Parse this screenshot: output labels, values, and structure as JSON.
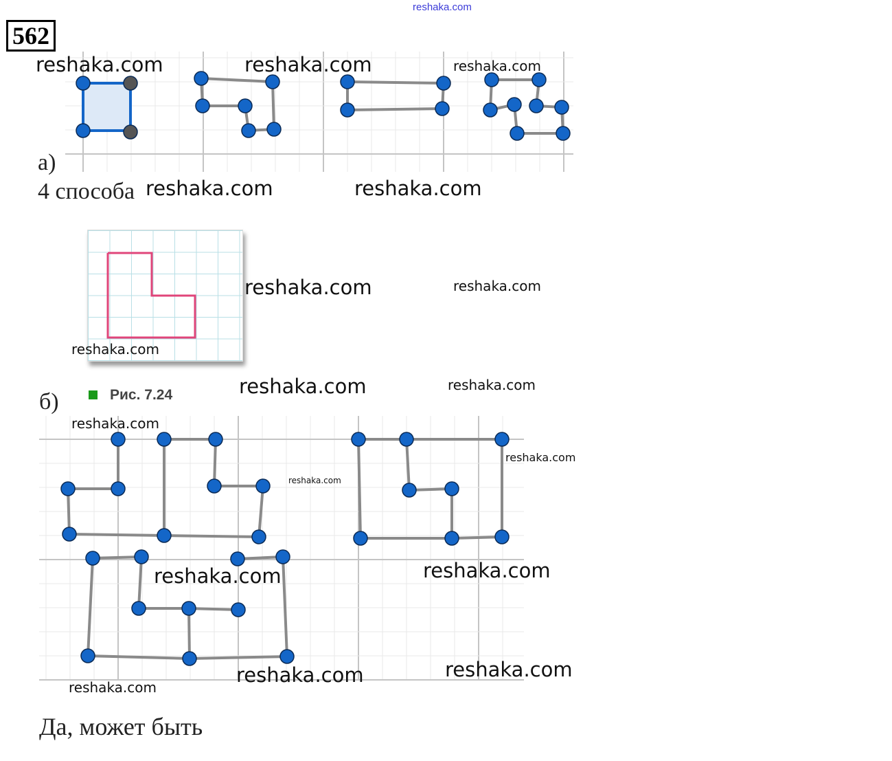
{
  "problem_number": "562",
  "header_watermark": "reshaka.com",
  "part_a": {
    "label": "а)",
    "answer": "4 способа"
  },
  "part_b": {
    "label": "б)",
    "answer": "Да, может быть"
  },
  "figure": {
    "caption": "Рис. 7.24"
  },
  "watermark": "reshaka.com",
  "colors": {
    "point": "#1466c8",
    "point_gray": "#555555",
    "segment": "#888888",
    "fig_outline": "#e0457a",
    "square_fill": "#dde9f7"
  }
}
